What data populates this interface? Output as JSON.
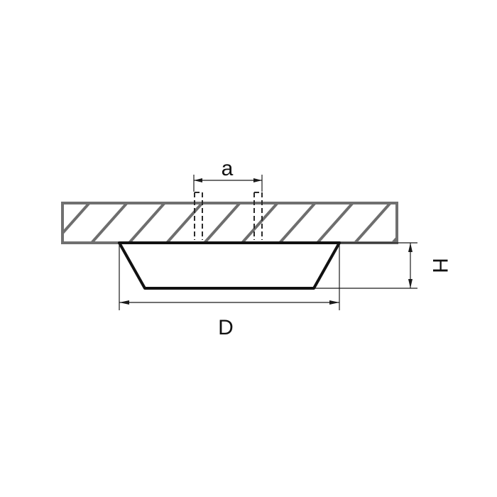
{
  "drawing": {
    "dimension_labels": {
      "mount_spacing": "a",
      "diameter": "D",
      "height": "H"
    },
    "colors": {
      "line": "#1a1a1a",
      "ceiling_outline": "#707070",
      "hatch": "#6e6e6e",
      "hidden_line": "#2a2a2a",
      "background": "#ffffff"
    }
  }
}
